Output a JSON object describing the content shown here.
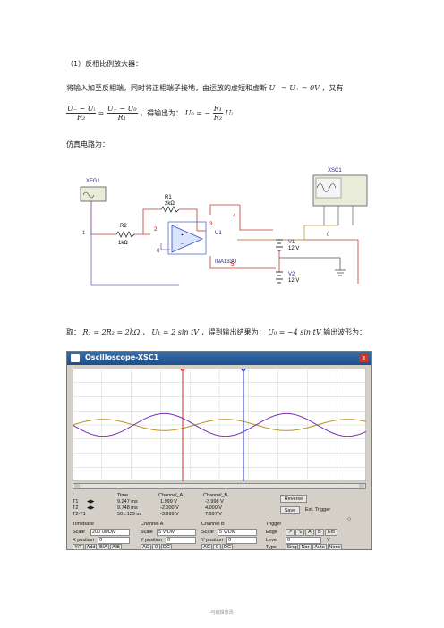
{
  "heading": "（1）反相比例放大器：",
  "para1": "将输入加至反相端，同时将正相端子接地，由运放的虚短和虚断",
  "para1_tail": "，又有",
  "eq1": "U₋ = U₊ = 0V",
  "eq2_left_num": "U₋ − Uᵢ",
  "eq2_left_den": "R₂",
  "eq2_right_num": "U₋ − U₀",
  "eq2_right_den": "R₁",
  "eq2_mid": "，得输出为：",
  "eq3_lhs": "U₀ = −",
  "eq3_num": "R₁",
  "eq3_den": "R₂",
  "eq3_tail": "Uᵢ",
  "sim_label": "仿真电路为：",
  "param_prefix": "取：",
  "param_eq1": "R₁ = 2R₂ = 2kΩ",
  "param_sep": "，",
  "param_eq2": "U₁ = 2 sin tV",
  "param_mid": "，得到输出结果为：",
  "param_eq3": "U₀ = −4 sin tV",
  "param_tail": "输出波形为：",
  "circuit": {
    "xfg": "XFG1",
    "r1": "R1",
    "r1_val": "2kΩ",
    "r2": "R2",
    "r2_val": "1kΩ",
    "u1": "U1",
    "amp": "INA133U",
    "v1": "V1",
    "v1_val": "12 V",
    "v2": "V2",
    "v2_val": "12 V",
    "xsc": "XSC1",
    "n1": "1",
    "n2": "2",
    "n0a": "0",
    "n3": "3",
    "n4": "4",
    "n0b": "0",
    "n5": "5"
  },
  "scope": {
    "title": "Oscilloscope-XSC1",
    "close": "x",
    "cursor1": "1",
    "cursor2": "2",
    "hdr_time": "Time",
    "hdr_cha": "Channel_A",
    "hdr_chb": "Channel_B",
    "rows": [
      {
        "label": "T1",
        "time": "9.247 ms",
        "a": "1.999 V",
        "b": "-3.998 V"
      },
      {
        "label": "T2",
        "time": "9.748 ms",
        "a": "-2.000 V",
        "b": "4.000 V"
      },
      {
        "label": "T2-T1",
        "time": "501.139 us",
        "a": "-3.999 V",
        "b": "7.997 V"
      }
    ],
    "reverse": "Reverse",
    "save": "Save",
    "ext_trigger": "Ext. Trigger",
    "timebase": "Timebase",
    "scale": "Scale",
    "timebase_scale": "200 us/Div",
    "xpos": "X position",
    "xpos_val": "0",
    "ya": "Y/T",
    "add": "Add",
    "ba": "B/A",
    "ab": "A/B",
    "cha_title": "Channel A",
    "cha_scale": "5  V/Div",
    "cha_ypos": "Y position",
    "cha_ypos_val": "0",
    "chb_title": "Channel B",
    "chb_scale": "5  V/Div",
    "chb_ypos": "Y position",
    "chb_ypos_val": "0",
    "ac": "AC",
    "zero": "0",
    "dc": "DC",
    "trigger": "Trigger",
    "edge": "Edge",
    "level": "Level",
    "level_val": "0",
    "level_unit": "V",
    "type": "Type",
    "sing": "Sing",
    "nor": "Nor",
    "auto": "Auto",
    "none": "None",
    "f": "f",
    "a": "A",
    "b": "B",
    "ext": "Ext"
  },
  "chart_data": {
    "type": "line",
    "series": [
      {
        "color": "#b8941a",
        "amplitude_v": 2,
        "cycles": 2.4,
        "phase": 0
      },
      {
        "color": "#7a2fb8",
        "amplitude_v": 4,
        "cycles": 2.4,
        "phase": 3.14159
      }
    ],
    "volts_per_div": 5,
    "grid_divisions_x": 10,
    "grid_divisions_y": 8,
    "grid": true,
    "cursor_colors": [
      "#e02020",
      "#1a2ec8"
    ]
  },
  "footer": "-可编辑修改-"
}
